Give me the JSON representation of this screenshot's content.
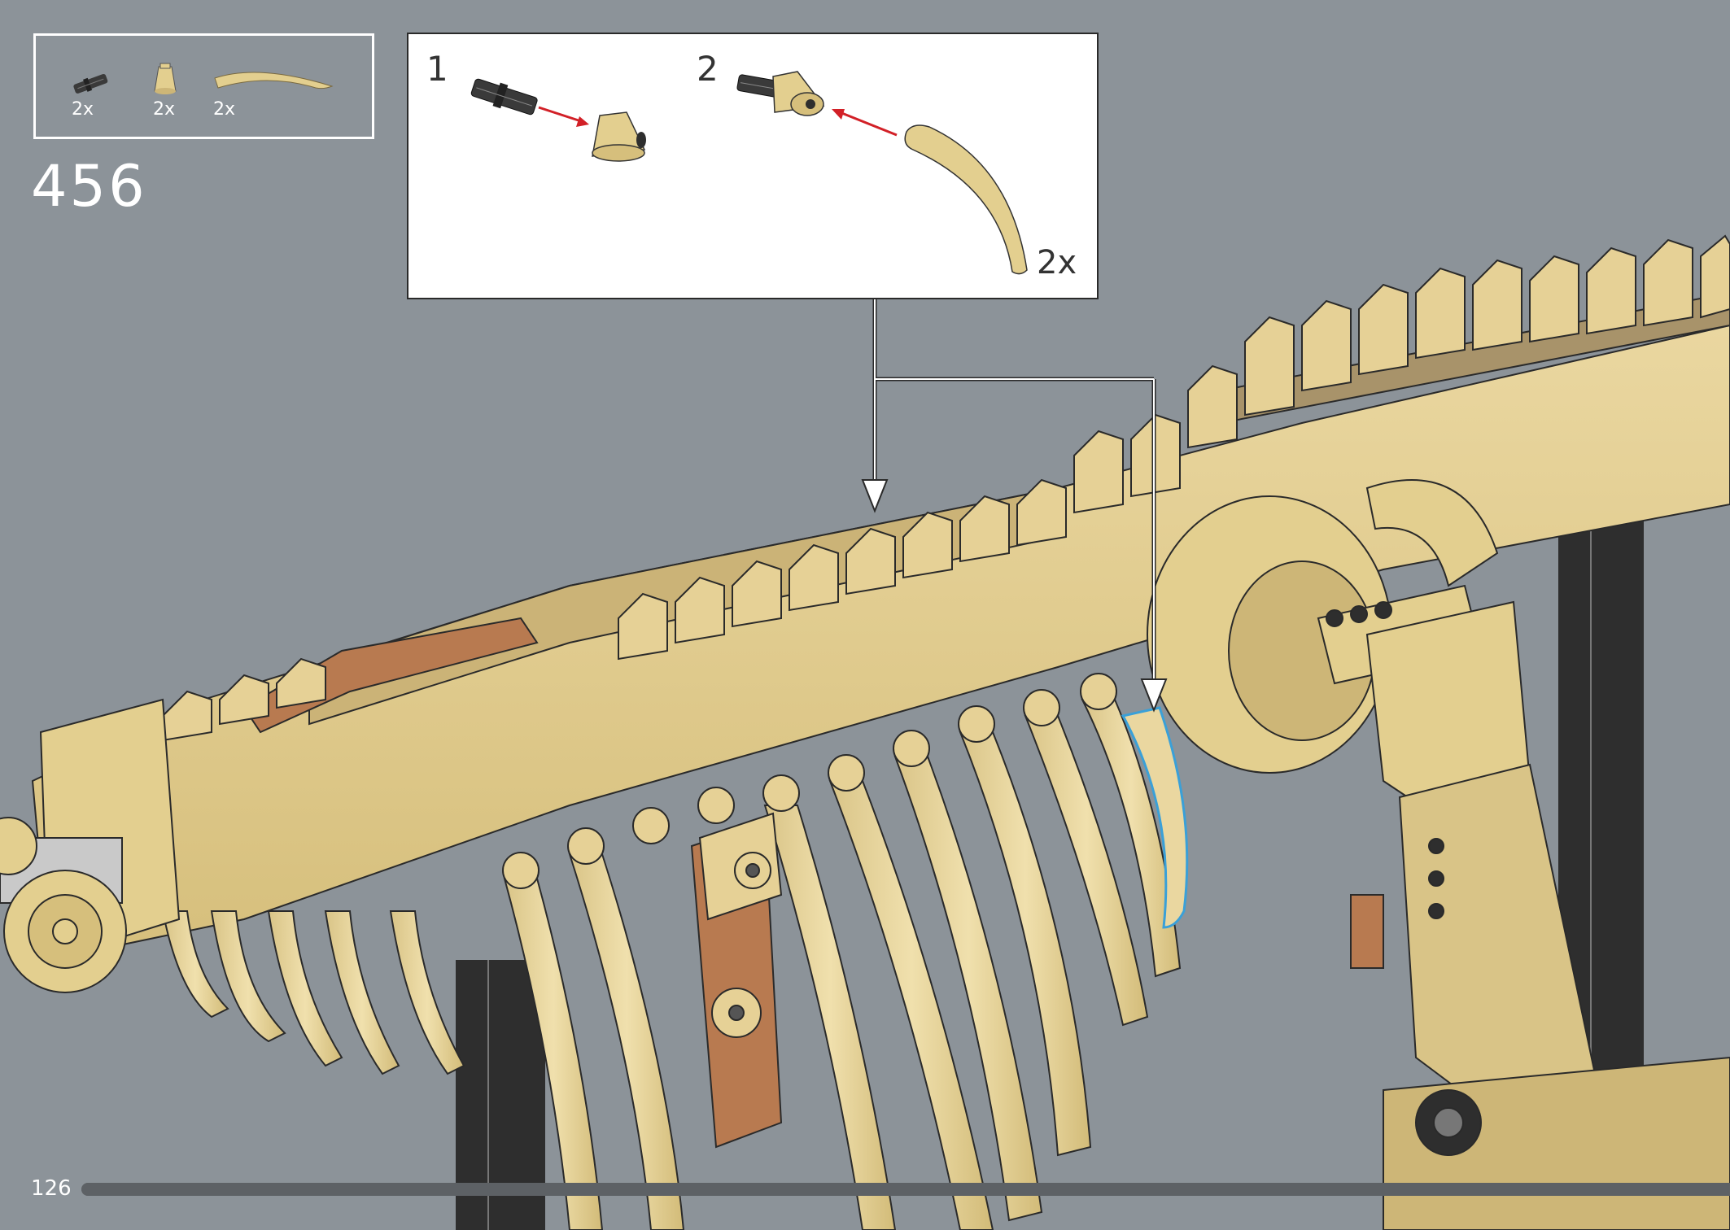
{
  "page": {
    "page_number": "126",
    "progress_fraction": 1.0
  },
  "parts_list": {
    "items": [
      {
        "icon": "technic-axle-pin-icon",
        "quantity": "2x"
      },
      {
        "icon": "round-cone-brick-icon",
        "quantity": "2x"
      },
      {
        "icon": "curved-horn-piece-icon",
        "quantity": "2x"
      }
    ]
  },
  "step": {
    "number": "456"
  },
  "sub_assembly": {
    "steps": [
      {
        "number": "1"
      },
      {
        "number": "2"
      }
    ],
    "multiplier": "2x"
  },
  "colors": {
    "background": "#8c9399",
    "tan": "#e3cf8f",
    "dark_tan": "#a8936a",
    "medium_nougat": "#b87a50",
    "black": "#2e2e2e",
    "highlight": "#3aa0d8",
    "arrow": "#d22027"
  }
}
